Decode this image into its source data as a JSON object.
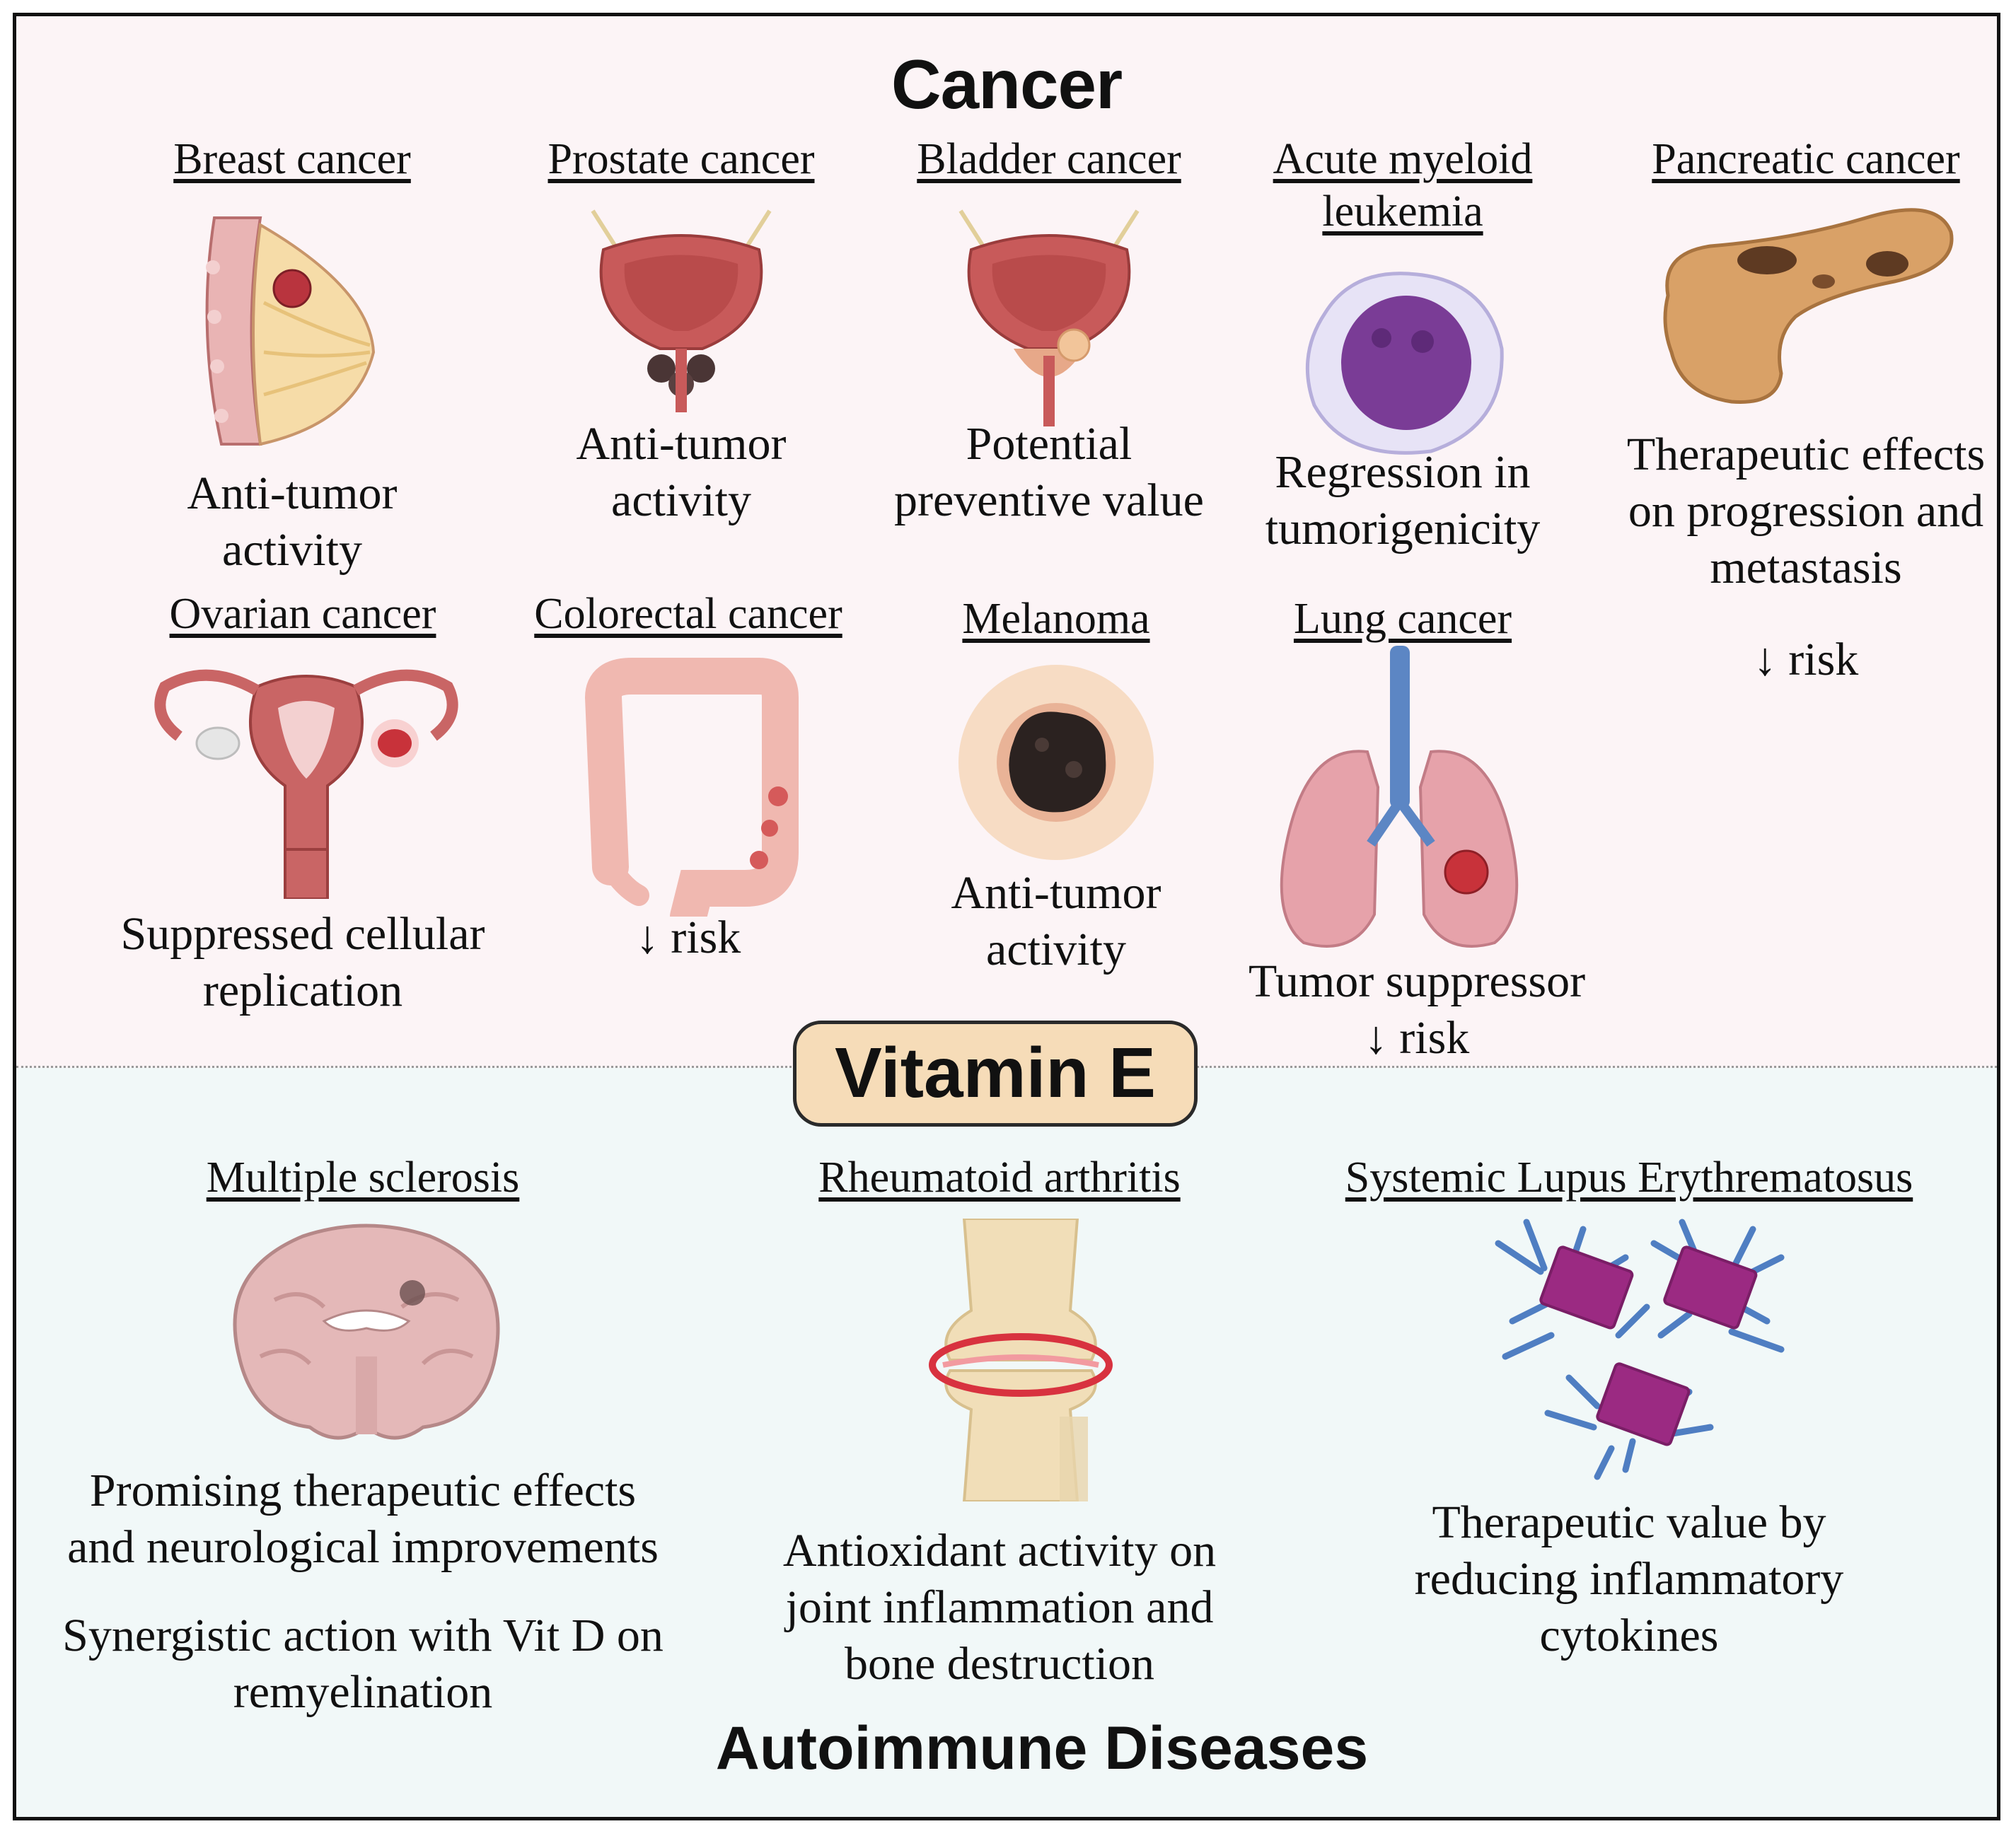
{
  "cancer": {
    "title": "Cancer",
    "items": [
      {
        "name": "Breast cancer",
        "desc": "Anti-tumor\nactivity"
      },
      {
        "name": "Prostate cancer",
        "desc": "Anti-tumor\nactivity"
      },
      {
        "name": "Bladder cancer",
        "desc": "Potential\npreventive value"
      },
      {
        "name": "Acute myeloid\nleukemia",
        "desc": "Regression in\ntumorigenicity"
      },
      {
        "name": "Pancreatic cancer",
        "desc": "Therapeutic effects\non progression and\nmetastasis",
        "extra": "↓ risk"
      },
      {
        "name": "Ovarian cancer",
        "desc": "Suppressed cellular\nreplication"
      },
      {
        "name": "Colorectal cancer",
        "desc": "↓ risk"
      },
      {
        "name": "Melanoma",
        "desc": "Anti-tumor\nactivity"
      },
      {
        "name": "Lung cancer",
        "desc": "Tumor suppressor\n↓ risk"
      }
    ]
  },
  "center_label": "Vitamin E",
  "autoimmune": {
    "title": "Autoimmune Diseases",
    "items": [
      {
        "name": "Multiple sclerosis",
        "desc": "Promising therapeutic effects\nand neurological improvements",
        "extra": "Synergistic action with Vit D on\nremyelination"
      },
      {
        "name": "Rheumatoid arthritis",
        "desc": "Antioxidant activity on\njoint inflammation and\nbone destruction"
      },
      {
        "name": "Systemic Lupus Erythrematosus",
        "desc": "Therapeutic value by\nreducing inflammatory\ncytokines"
      }
    ]
  }
}
